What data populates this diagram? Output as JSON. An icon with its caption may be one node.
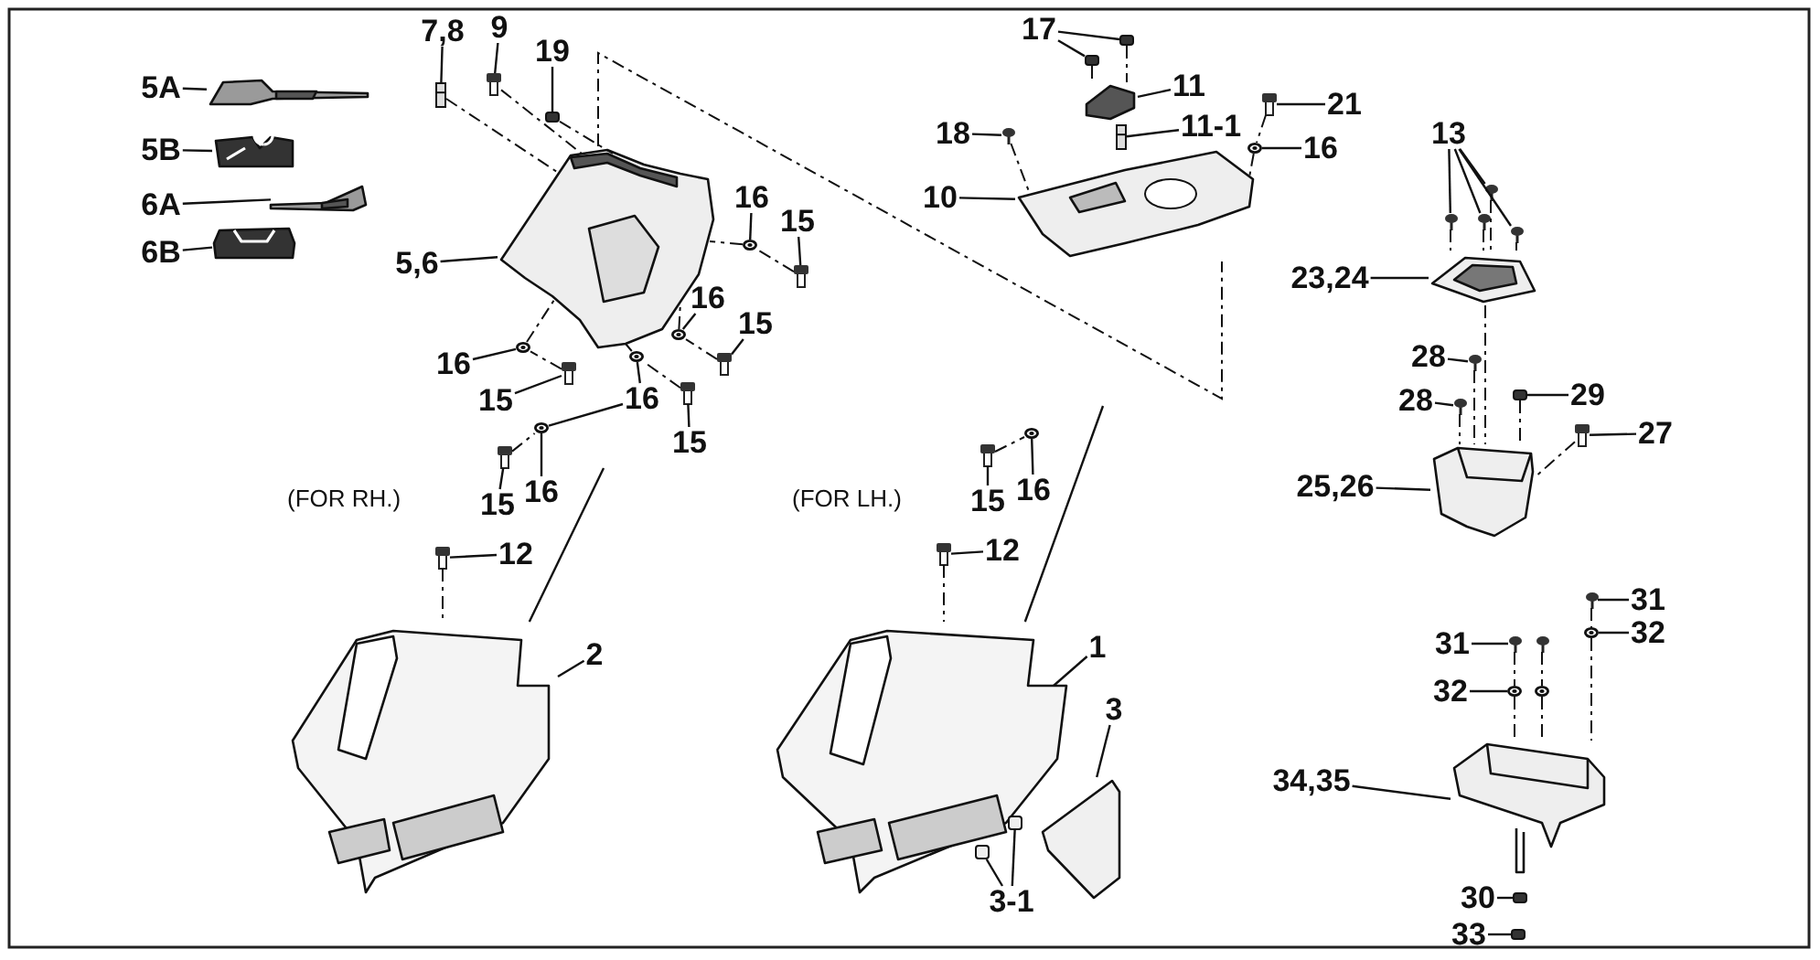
{
  "diagram": {
    "nodes": [
      {
        "text": [
          "7,8"
        ]
      },
      {
        "text": [
          "9"
        ]
      },
      {
        "text": [
          "19"
        ]
      },
      {
        "text": [
          "5A"
        ]
      },
      {
        "text": [
          "5B"
        ]
      },
      {
        "text": [
          "6A"
        ]
      },
      {
        "text": [
          "6B"
        ]
      },
      {
        "text": [
          "5,6"
        ]
      },
      {
        "text": [
          "16"
        ]
      },
      {
        "text": [
          "15"
        ]
      },
      {
        "text": [
          "16"
        ]
      },
      {
        "text": [
          "15"
        ]
      },
      {
        "text": [
          "16"
        ]
      },
      {
        "text": [
          "15"
        ]
      },
      {
        "text": [
          "16"
        ]
      },
      {
        "text": [
          "15"
        ]
      },
      {
        "text": [
          "15"
        ]
      },
      {
        "text": [
          "16"
        ]
      },
      {
        "text": [
          "12"
        ]
      },
      {
        "text": [
          "2"
        ]
      },
      {
        "text": [
          "15"
        ]
      },
      {
        "text": [
          "16"
        ]
      },
      {
        "text": [
          "12"
        ]
      },
      {
        "text": [
          "1"
        ]
      },
      {
        "text": [
          "3"
        ]
      },
      {
        "text": [
          "3-1"
        ]
      },
      {
        "text": [
          "17"
        ]
      },
      {
        "text": [
          "11"
        ]
      },
      {
        "text": [
          "11-1"
        ]
      },
      {
        "text": [
          "18"
        ]
      },
      {
        "text": [
          "10"
        ]
      },
      {
        "text": [
          "21"
        ]
      },
      {
        "text": [
          "16"
        ]
      },
      {
        "text": [
          "13"
        ]
      },
      {
        "text": [
          "23,24"
        ]
      },
      {
        "text": [
          "28"
        ]
      },
      {
        "text": [
          "28"
        ]
      },
      {
        "text": [
          "29"
        ]
      },
      {
        "text": [
          "27"
        ]
      },
      {
        "text": [
          "25,26"
        ]
      },
      {
        "text": [
          "31"
        ]
      },
      {
        "text": [
          "32"
        ]
      },
      {
        "text": [
          "31"
        ]
      },
      {
        "text": [
          "32"
        ]
      },
      {
        "text": [
          "34,35"
        ]
      },
      {
        "text": [
          "30"
        ]
      },
      {
        "text": [
          "33"
        ]
      },
      {
        "text": [],
        "shape": "picture"
      },
      {
        "text": [],
        "shape": "picture"
      },
      {
        "text": [],
        "shape": "picture"
      },
      {
        "text": [],
        "shape": "picture"
      },
      {
        "text": [],
        "shape": "picture"
      },
      {
        "text": [],
        "shape": "picture"
      },
      {
        "text": [],
        "shape": "picture"
      },
      {
        "text": [],
        "shape": "picture"
      },
      {
        "text": [],
        "shape": "picture"
      },
      {
        "text": [],
        "shape": "picture"
      },
      {
        "text": [],
        "shape": "picture"
      },
      {
        "text": [],
        "shape": "picture"
      },
      {
        "text": [],
        "shape": "picture"
      },
      {
        "text": [],
        "shape": "bar"
      },
      {
        "text": [],
        "shape": "picture"
      },
      {
        "text": [],
        "shape": "box"
      },
      {
        "text": [],
        "shape": "circle"
      },
      {
        "text": [],
        "shape": "picture"
      },
      {
        "text": [],
        "shape": "circle"
      },
      {
        "text": [],
        "shape": "picture"
      },
      {
        "text": [],
        "shape": "circle"
      },
      {
        "text": [],
        "shape": "picture"
      },
      {
        "text": [],
        "shape": "circle"
      },
      {
        "text": [],
        "shape": "circle"
      },
      {
        "text": [],
        "shape": "picture"
      },
      {
        "text": [],
        "shape": "picture"
      },
      {
        "text": [],
        "shape": "picture"
      },
      {
        "text": [],
        "shape": "picture"
      },
      {
        "text": [],
        "shape": "circle"
      },
      {
        "text": [],
        "shape": "picture"
      },
      {
        "text": [],
        "shape": "box"
      },
      {
        "text": [],
        "shape": "box"
      },
      {
        "text": [],
        "shape": "box"
      },
      {
        "text": [],
        "shape": "box"
      },
      {
        "text": [],
        "shape": "bar"
      },
      {
        "text": [],
        "shape": "picture"
      },
      {
        "text": [],
        "shape": "picture"
      },
      {
        "text": [],
        "shape": "circle"
      },
      {
        "text": [],
        "shape": "picture"
      },
      {
        "text": [],
        "shape": "picture"
      },
      {
        "text": [],
        "shape": "picture"
      },
      {
        "text": [],
        "shape": "picture"
      },
      {
        "text": [],
        "shape": "picture"
      },
      {
        "text": [],
        "shape": "picture"
      },
      {
        "text": [],
        "shape": "box"
      },
      {
        "text": [],
        "shape": "picture"
      },
      {
        "text": [],
        "shape": "picture"
      },
      {
        "text": [],
        "shape": "circle"
      },
      {
        "text": [],
        "shape": "picture"
      },
      {
        "text": [],
        "shape": "picture"
      },
      {
        "text": [],
        "shape": "circle"
      },
      {
        "text": [],
        "shape": "circle"
      },
      {
        "text": [],
        "shape": "box"
      },
      {
        "text": [],
        "shape": "box"
      }
    ],
    "edges": [
      {
        "from": 0,
        "to": 60,
        "arrow": "none"
      },
      {
        "from": 1,
        "to": 61,
        "arrow": "none"
      },
      {
        "from": 2,
        "to": 62,
        "arrow": "none"
      },
      {
        "from": 3,
        "to": 47,
        "arrow": "none"
      },
      {
        "from": 4,
        "to": 48,
        "arrow": "none"
      },
      {
        "from": 5,
        "to": 49,
        "arrow": "none"
      },
      {
        "from": 6,
        "to": 50,
        "arrow": "none"
      },
      {
        "from": 7,
        "to": 51,
        "arrow": "none"
      },
      {
        "from": 8,
        "to": 63,
        "arrow": "none"
      },
      {
        "from": 9,
        "to": 64,
        "arrow": "none"
      },
      {
        "from": 10,
        "to": 65,
        "arrow": "none"
      },
      {
        "from": 11,
        "to": 66,
        "arrow": "none"
      },
      {
        "from": 12,
        "to": 67,
        "arrow": "none"
      },
      {
        "from": 13,
        "to": 68,
        "arrow": "none"
      },
      {
        "from": 14,
        "to": 69,
        "arrow": "none"
      },
      {
        "from": 14,
        "to": 70,
        "arrow": "none"
      },
      {
        "from": 15,
        "to": 71,
        "arrow": "none"
      },
      {
        "from": 16,
        "to": 72,
        "arrow": "none"
      },
      {
        "from": 17,
        "to": 70,
        "arrow": "none"
      },
      {
        "from": 18,
        "to": 73,
        "arrow": "none"
      },
      {
        "from": 19,
        "to": 52,
        "arrow": "none"
      },
      {
        "from": 20,
        "to": 74,
        "arrow": "none"
      },
      {
        "from": 21,
        "to": 75,
        "arrow": "none"
      },
      {
        "from": 22,
        "to": 76,
        "arrow": "none"
      },
      {
        "from": 23,
        "to": 53,
        "arrow": "none"
      },
      {
        "from": 24,
        "to": 54,
        "arrow": "none"
      },
      {
        "from": 25,
        "to": 77,
        "arrow": "none"
      },
      {
        "from": 25,
        "to": 78,
        "arrow": "none"
      },
      {
        "from": 26,
        "to": 79,
        "arrow": "none"
      },
      {
        "from": 26,
        "to": 80,
        "arrow": "none"
      },
      {
        "from": 27,
        "to": 56,
        "arrow": "none"
      },
      {
        "from": 28,
        "to": 81,
        "arrow": "none"
      },
      {
        "from": 29,
        "to": 82,
        "arrow": "none"
      },
      {
        "from": 30,
        "to": 55,
        "arrow": "none"
      },
      {
        "from": 31,
        "to": 83,
        "arrow": "none"
      },
      {
        "from": 32,
        "to": 84,
        "arrow": "none"
      },
      {
        "from": 33,
        "to": 85,
        "arrow": "none"
      },
      {
        "from": 33,
        "to": 86,
        "arrow": "none"
      },
      {
        "from": 33,
        "to": 87,
        "arrow": "none"
      },
      {
        "from": 33,
        "to": 88,
        "arrow": "none"
      },
      {
        "from": 34,
        "to": 57,
        "arrow": "none"
      },
      {
        "from": 35,
        "to": 89,
        "arrow": "none"
      },
      {
        "from": 36,
        "to": 90,
        "arrow": "none"
      },
      {
        "from": 37,
        "to": 91,
        "arrow": "none"
      },
      {
        "from": 38,
        "to": 92,
        "arrow": "none"
      },
      {
        "from": 39,
        "to": 58,
        "arrow": "none"
      },
      {
        "from": 40,
        "to": 93,
        "arrow": "none"
      },
      {
        "from": 41,
        "to": 94,
        "arrow": "none"
      },
      {
        "from": 42,
        "to": 95,
        "arrow": "none"
      },
      {
        "from": 43,
        "to": 97,
        "arrow": "none"
      },
      {
        "from": 44,
        "to": 59,
        "arrow": "none"
      },
      {
        "from": 45,
        "to": 99,
        "arrow": "none"
      },
      {
        "from": 46,
        "to": 100,
        "arrow": "none"
      },
      {
        "from": 51,
        "to": 55,
        "arrow": "none",
        "style": "dashed"
      },
      {
        "from": 57,
        "to": 58,
        "arrow": "none",
        "style": "dashed"
      },
      {
        "from": 60,
        "to": 51,
        "arrow": "none",
        "style": "dashed"
      },
      {
        "from": 61,
        "to": 51,
        "arrow": "none",
        "style": "dashed"
      },
      {
        "from": 62,
        "to": 51,
        "arrow": "none",
        "style": "dashed"
      },
      {
        "from": 64,
        "to": 63,
        "arrow": "none",
        "style": "dashed"
      },
      {
        "from": 63,
        "to": 51,
        "arrow": "none",
        "style": "dashed"
      },
      {
        "from": 66,
        "to": 65,
        "arrow": "none",
        "style": "dashed"
      },
      {
        "from": 65,
        "to": 51,
        "arrow": "none",
        "style": "dashed"
      },
      {
        "from": 71,
        "to": 69,
        "arrow": "none",
        "style": "dashed"
      },
      {
        "from": 69,
        "to": 51,
        "arrow": "none",
        "style": "dashed"
      },
      {
        "from": 68,
        "to": 67,
        "arrow": "none",
        "style": "dashed"
      },
      {
        "from": 67,
        "to": 51,
        "arrow": "none",
        "style": "dashed"
      },
      {
        "from": 72,
        "to": 70,
        "arrow": "none",
        "style": "dashed"
      },
      {
        "from": 74,
        "to": 75,
        "arrow": "none",
        "style": "dashed"
      },
      {
        "from": 73,
        "to": 52,
        "arrow": "none",
        "style": "dashed"
      },
      {
        "from": 76,
        "to": 53,
        "arrow": "none",
        "style": "dashed"
      },
      {
        "from": 85,
        "to": 57,
        "arrow": "none",
        "style": "dashed"
      },
      {
        "from": 86,
        "to": 57,
        "arrow": "none",
        "style": "dashed"
      },
      {
        "from": 87,
        "to": 57,
        "arrow": "none",
        "style": "dashed"
      },
      {
        "from": 88,
        "to": 57,
        "arrow": "none",
        "style": "dashed"
      },
      {
        "from": 89,
        "to": 58,
        "arrow": "none",
        "style": "dashed"
      },
      {
        "from": 90,
        "to": 58,
        "arrow": "none",
        "style": "dashed"
      },
      {
        "from": 91,
        "to": 58,
        "arrow": "none",
        "style": "dashed"
      },
      {
        "from": 92,
        "to": 58,
        "arrow": "none",
        "style": "dashed"
      },
      {
        "from": 93,
        "to": 94,
        "arrow": "none",
        "style": "dashed"
      },
      {
        "from": 94,
        "to": 59,
        "arrow": "none",
        "style": "dashed"
      },
      {
        "from": 95,
        "to": 97,
        "arrow": "none",
        "style": "dashed"
      },
      {
        "from": 97,
        "to": 59,
        "arrow": "none",
        "style": "dashed"
      },
      {
        "from": 96,
        "to": 98,
        "arrow": "none",
        "style": "dashed"
      },
      {
        "from": 98,
        "to": 59,
        "arrow": "none",
        "style": "dashed"
      },
      {
        "from": 82,
        "to": 55,
        "arrow": "none",
        "style": "dashed"
      },
      {
        "from": 83,
        "to": 84,
        "arrow": "none",
        "style": "dashed"
      },
      {
        "from": 84,
        "to": 55,
        "arrow": "none",
        "style": "dashed"
      },
      {
        "from": 79,
        "to": 56,
        "arrow": "none",
        "style": "dashed"
      },
      {
        "from": 80,
        "to": 56,
        "arrow": "none",
        "style": "dashed"
      },
      {
        "from": null,
        "to": 52,
        "arrow": "none"
      },
      {
        "from": null,
        "to": 53,
        "arrow": "none"
      }
    ],
    "labels": [
      "(FOR RH.)",
      "(FOR LH.)"
    ]
  }
}
